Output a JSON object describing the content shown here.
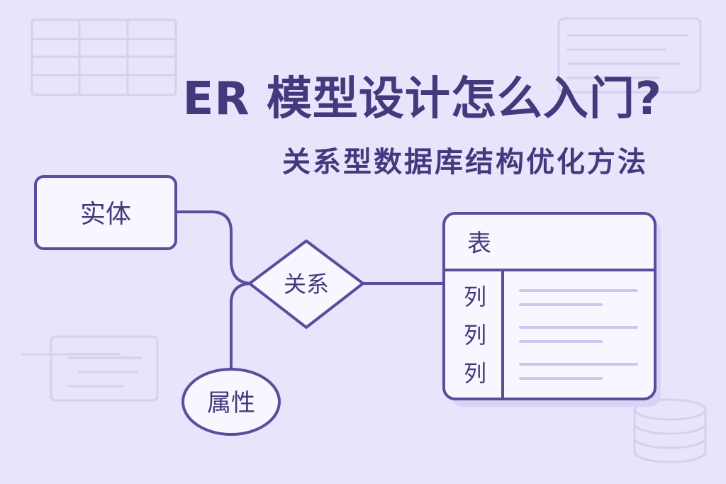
{
  "title": "ER 模型设计怎么入门?",
  "subtitle": "关系型数据库结构优化方法",
  "diagram": {
    "entity": "实体",
    "relationship": "关系",
    "attribute": "属性",
    "table": {
      "header": "表",
      "columns": [
        "列",
        "列",
        "列"
      ]
    }
  },
  "colors": {
    "background": "#e8e4fb",
    "primary": "#45397e",
    "node_fill": "#f8f6ff",
    "node_stroke": "#5a4d9c",
    "decor": "#d6d0f0",
    "placeholder_line": "#cdc6ef"
  },
  "icons": {
    "top_left": "spreadsheet-grid-icon",
    "top_right": "document-lines-icon",
    "bottom_left": "document-lines-icon",
    "bottom_right": "database-cylinder-icon"
  }
}
